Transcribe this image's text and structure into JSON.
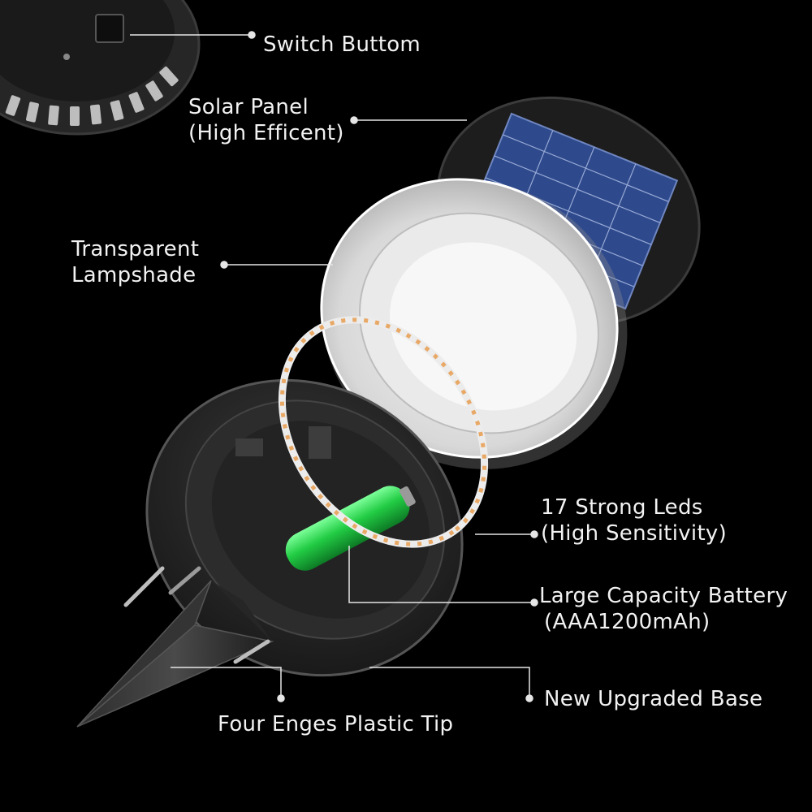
{
  "labels": {
    "switch": {
      "line1": "Switch Buttom"
    },
    "solar": {
      "line1": "Solar Panel",
      "line2": "(High Efficent)"
    },
    "lampshade": {
      "line1": "Transparent",
      "line2": "Lampshade"
    },
    "leds": {
      "line1": "17 Strong Leds",
      "line2": "(High Sensitivity)"
    },
    "battery": {
      "line1": "Large Capacity Battery",
      "line2": "(AAA1200mAh)"
    },
    "base": {
      "line1": "New Upgraded Base"
    },
    "tip": {
      "line1": "Four Enges Plastic Tip"
    }
  },
  "colors": {
    "background": "#000000",
    "text": "#f2f2f2",
    "leader_line": "#e6e6e6",
    "solar_cell": "#2e4a8c",
    "battery": "#22cc44",
    "led": "#e8a866",
    "housing": "#2a2a2a"
  },
  "components": [
    "switch-housing",
    "solar-panel",
    "transparent-lampshade",
    "led-strip",
    "battery",
    "base-housing",
    "ground-spike"
  ]
}
